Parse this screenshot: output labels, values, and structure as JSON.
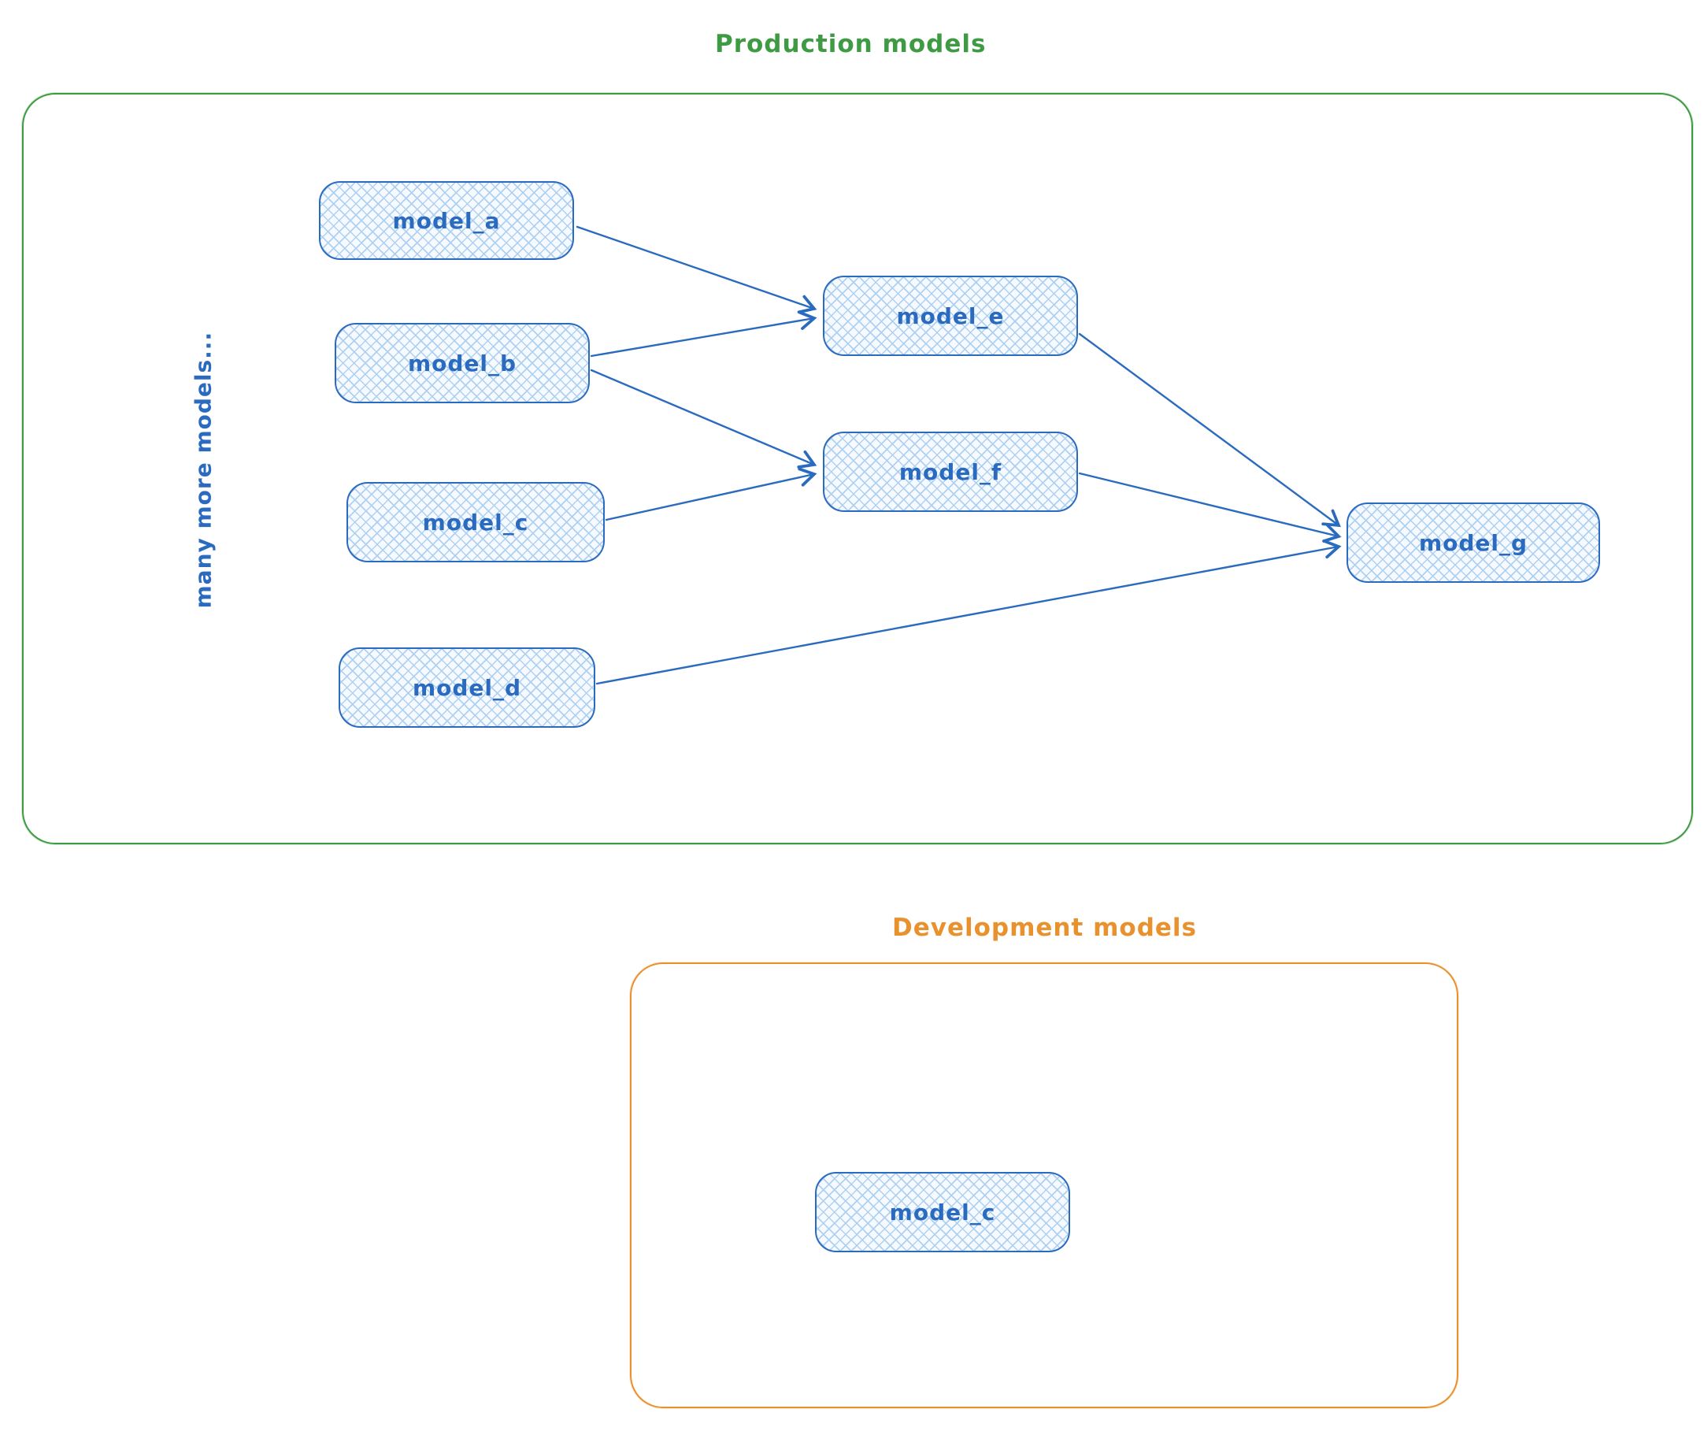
{
  "production": {
    "title": "Production models",
    "note": "many more models...",
    "nodes": [
      {
        "id": "model_a",
        "label": "model_a"
      },
      {
        "id": "model_b",
        "label": "model_b"
      },
      {
        "id": "model_c",
        "label": "model_c"
      },
      {
        "id": "model_d",
        "label": "model_d"
      },
      {
        "id": "model_e",
        "label": "model_e"
      },
      {
        "id": "model_f",
        "label": "model_f"
      },
      {
        "id": "model_g",
        "label": "model_g"
      }
    ]
  },
  "development": {
    "title": "Development models",
    "nodes": [
      {
        "id": "model_c_dev",
        "label": "model_c"
      }
    ]
  },
  "edges": [
    {
      "from": "model_a",
      "to": "model_e"
    },
    {
      "from": "model_b",
      "to": "model_e"
    },
    {
      "from": "model_b",
      "to": "model_f"
    },
    {
      "from": "model_c",
      "to": "model_f"
    },
    {
      "from": "model_e",
      "to": "model_g"
    },
    {
      "from": "model_f",
      "to": "model_g"
    },
    {
      "from": "model_d",
      "to": "model_g"
    }
  ],
  "colors": {
    "production_accent": "#3f9b43",
    "development_accent": "#e8912d",
    "node_stroke": "#2a6bbf",
    "node_fill": "#f6faff",
    "node_hatch": "#aed1f2"
  }
}
